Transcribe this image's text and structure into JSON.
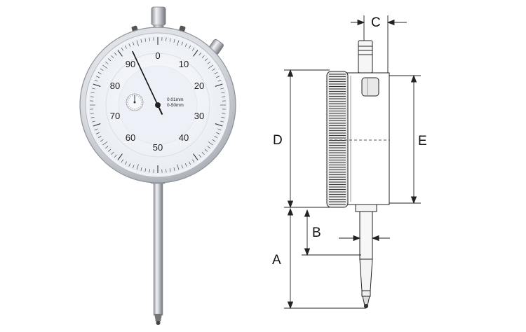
{
  "gauge": {
    "dial_numbers": [
      "0",
      "10",
      "20",
      "30",
      "40",
      "50",
      "60",
      "70",
      "80",
      "90"
    ],
    "resolution_label": "0.01mm",
    "range_label": "0-50mm",
    "needle_value": 93,
    "colors": {
      "dial_face": "#f4f6fa",
      "bezel": "#c9cdd3",
      "numbers": "#1d1d1d",
      "needle": "#111111"
    }
  },
  "diagram": {
    "labels": {
      "a": "A",
      "b": "B",
      "c": "C",
      "d": "D",
      "e": "E"
    },
    "line_color": "#222222"
  }
}
